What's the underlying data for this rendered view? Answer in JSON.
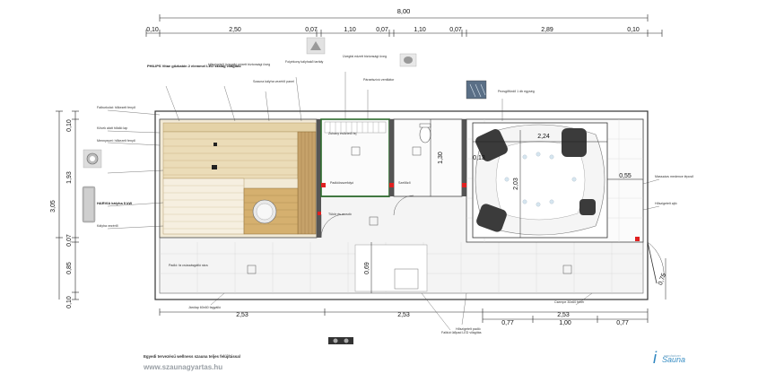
{
  "dimensions": {
    "total_width": "8,00",
    "top": [
      "0,10",
      "2,50",
      "0,07",
      "1,10",
      "0,07",
      "1,10",
      "0,07",
      "2,89",
      "0,10"
    ],
    "left": [
      "0,10",
      "1,93",
      "3,05",
      "0,07",
      "0,85",
      "0,10"
    ],
    "bottom_left": "2,53",
    "bottom_mid": "2,53",
    "bottom_right_total": "2,53",
    "bottom_right": [
      "0,77",
      "1,00",
      "0,77"
    ],
    "interior": {
      "jacuzzi_width": "2,24",
      "jacuzzi_depth": "2,03",
      "jacuzzi_gap": "0,13",
      "jacuzzi_side": "0,55",
      "shower_depth": "1,30",
      "hall_depth": "0,69",
      "door_side": "0,75"
    }
  },
  "annotations": {
    "sauna_bench": "Padló: fa csúszásgátló rács",
    "note_top_1": "PHILIPS Vitae gőzkabin 2 elemmel LED szalag világítás",
    "note_top_2": "Hőszigetelt üvegajtó edzett biztonsági üveg",
    "note_top_3": "Szauna kályha vezérlő panel",
    "note_top_4": "Folyékony kályhakő tartály",
    "note_top_5": "Üvegfal edzett biztonsági üveg",
    "note_top_6": "Páraelszívó ventilátor",
    "note_right_1": "Pezsgőfürdő 1 db egység",
    "note_right_2": "Masszázs medence lépcső",
    "note_right_3": "Hőszigetelt ajtó",
    "note_left_1": "Falburkolat: hőkezelt fenyő",
    "note_left_2": "Kövek alatt hőálló lap",
    "note_left_3": "Mennyezet: hőkezelt fenyő",
    "note_left_4": "HARVIA kályha 9 kW",
    "note_left_5": "Kályha vezérlő",
    "note_bottom_1": "Járólap 60x60 fagyálló",
    "note_bottom_2": "Falikút ülőpad LED világítás",
    "note_bottom_3": "Hőszigetelt padló",
    "note_bottom_4": "Csempe 30x60 fehér",
    "note_center_1": "Zuhany esőztető fej",
    "note_center_2": "Padlóösszefolyó",
    "note_center_3": "Szellőző",
    "note_center_4": "Tükör és mosdó"
  },
  "legend": "Egyedi tervezésű wellness szauna teljes felújítással",
  "website": "www.szaunagyartas.hu",
  "logo": {
    "mark": "i",
    "name": "Sauna",
    "tagline": "manufacturer"
  }
}
